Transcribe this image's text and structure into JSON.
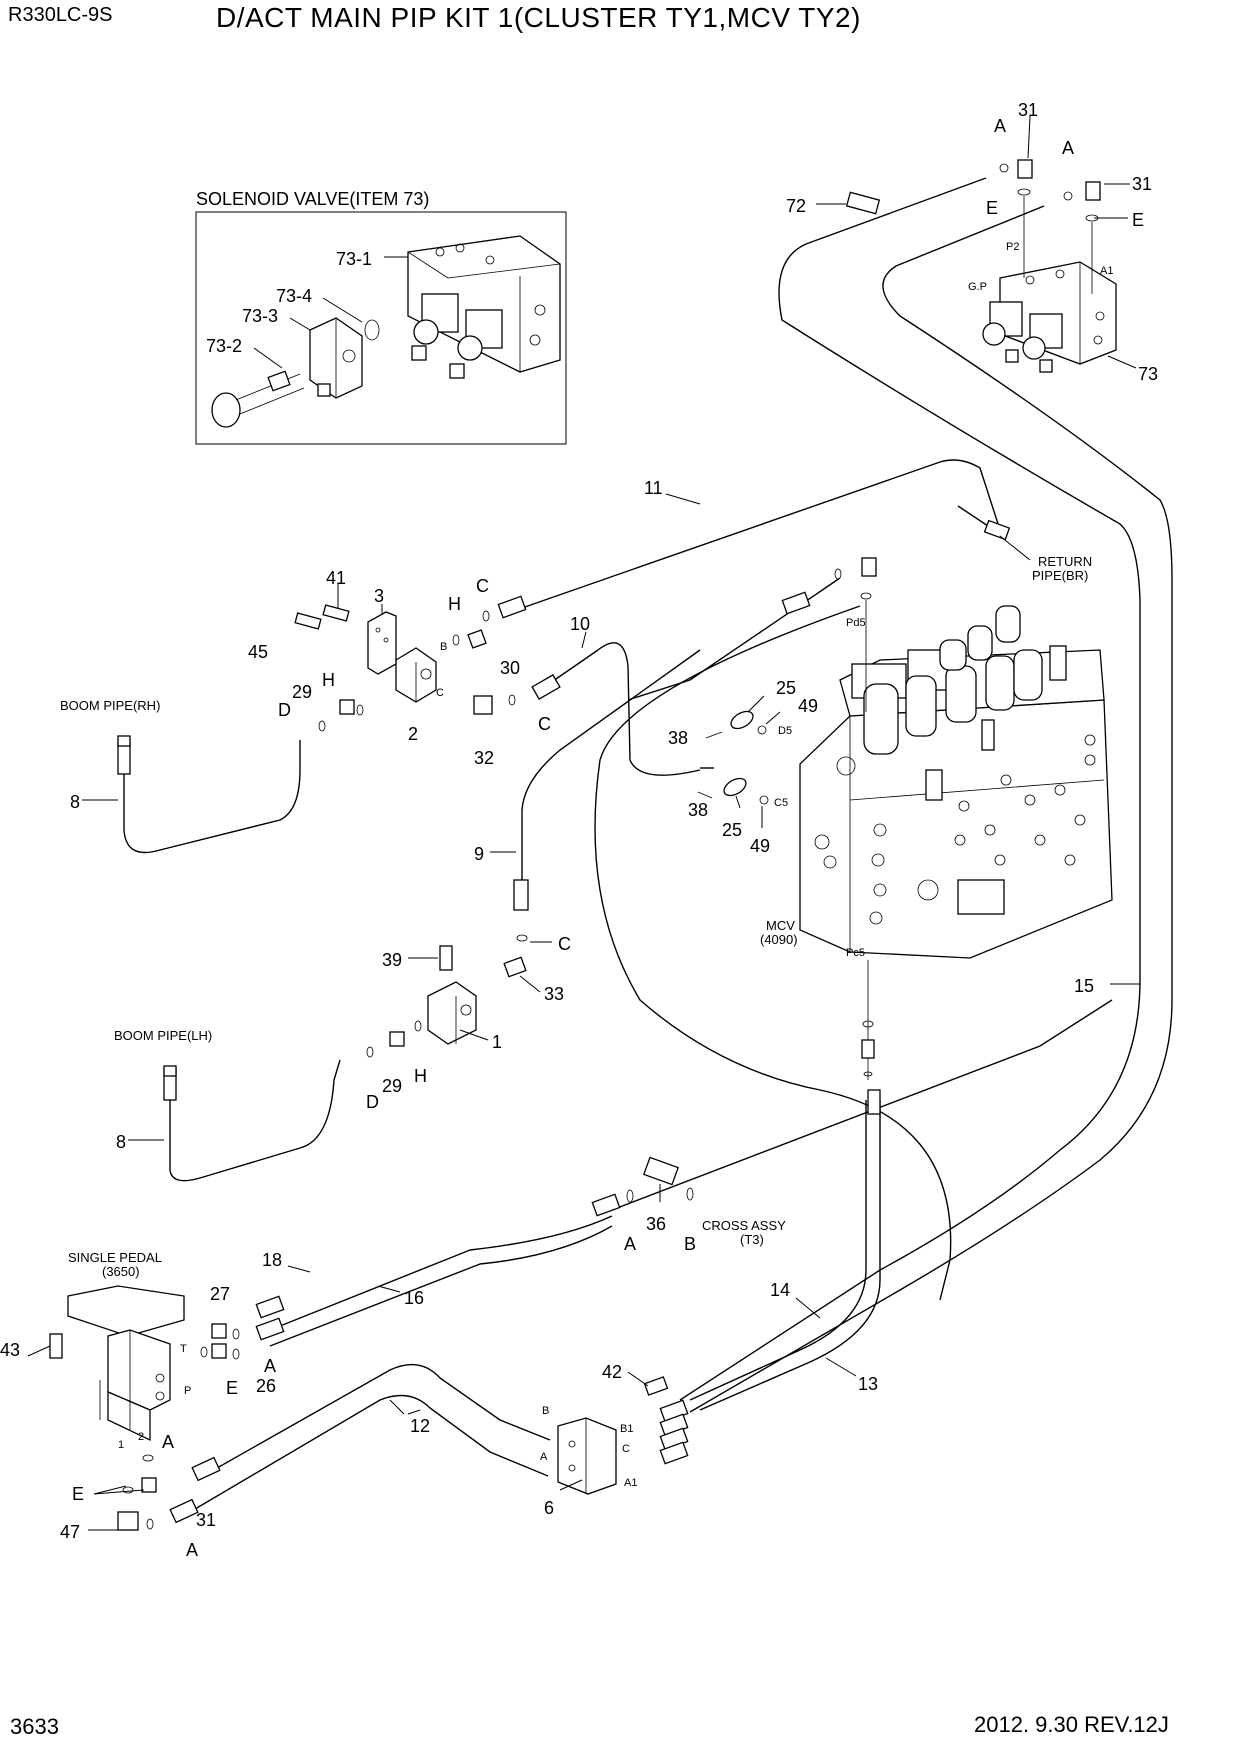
{
  "header": {
    "model": "R330LC-9S",
    "title": "D/ACT MAIN PIP KIT 1(CLUSTER TY1,MCV TY2)"
  },
  "footer": {
    "page_number": "3633",
    "revision": "2012. 9.30  REV.12J"
  },
  "inset": {
    "title": "SOLENOID VALVE(ITEM 73)",
    "labels": [
      "73-1",
      "73-4",
      "73-3",
      "73-2"
    ]
  },
  "callouts": {
    "return_pipe": [
      "RETURN",
      "PIPE(BR)"
    ],
    "boom_pipe_rh": "BOOM PIPE(RH)",
    "boom_pipe_lh": "BOOM PIPE(LH)",
    "mcv": [
      "MCV",
      "(4090)"
    ],
    "single_pedal": [
      "SINGLE PEDAL",
      "(3650)"
    ],
    "cross_assy": [
      "CROSS ASSY",
      "(T3)"
    ]
  },
  "port_labels": {
    "pd5": "Pd5",
    "d5": "D5",
    "c5": "C5",
    "pc5": "Pc5",
    "p2": "P2",
    "gp": "G.P",
    "a1_top": "A1",
    "b": "B",
    "c": "C",
    "b1": "B1",
    "a1": "A1",
    "a": "A",
    "p": "P",
    "t": "T",
    "one": "1",
    "two": "2"
  },
  "part_numbers": {
    "p31a": "31",
    "p31b": "31",
    "p31c": "31",
    "p72": "72",
    "p73": "73",
    "p11": "11",
    "p10": "10",
    "p41": "41",
    "p3": "3",
    "p45": "45",
    "p30": "30",
    "p29a": "29",
    "p29b": "29",
    "p2": "2",
    "p32": "32",
    "p8a": "8",
    "p8b": "8",
    "p9": "9",
    "p25a": "25",
    "p25b": "25",
    "p49a": "49",
    "p49b": "49",
    "p38a": "38",
    "p38b": "38",
    "p39": "39",
    "p33": "33",
    "p1": "1",
    "p15": "15",
    "p36": "36",
    "p18": "18",
    "p16": "16",
    "p27": "27",
    "p26": "26",
    "p43": "43",
    "p14": "14",
    "p13": "13",
    "p42": "42",
    "p12": "12",
    "p6": "6",
    "p47": "47"
  },
  "letter_markers": {
    "a1": "A",
    "a2": "A",
    "e1": "E",
    "e2": "E",
    "c1": "C",
    "h1": "H",
    "h2": "H",
    "d1": "D",
    "d2": "D",
    "c2": "C",
    "c3": "C",
    "a3": "A",
    "b3": "B",
    "a4": "A",
    "e3": "E",
    "a5": "A",
    "e4": "E",
    "a6": "A"
  }
}
